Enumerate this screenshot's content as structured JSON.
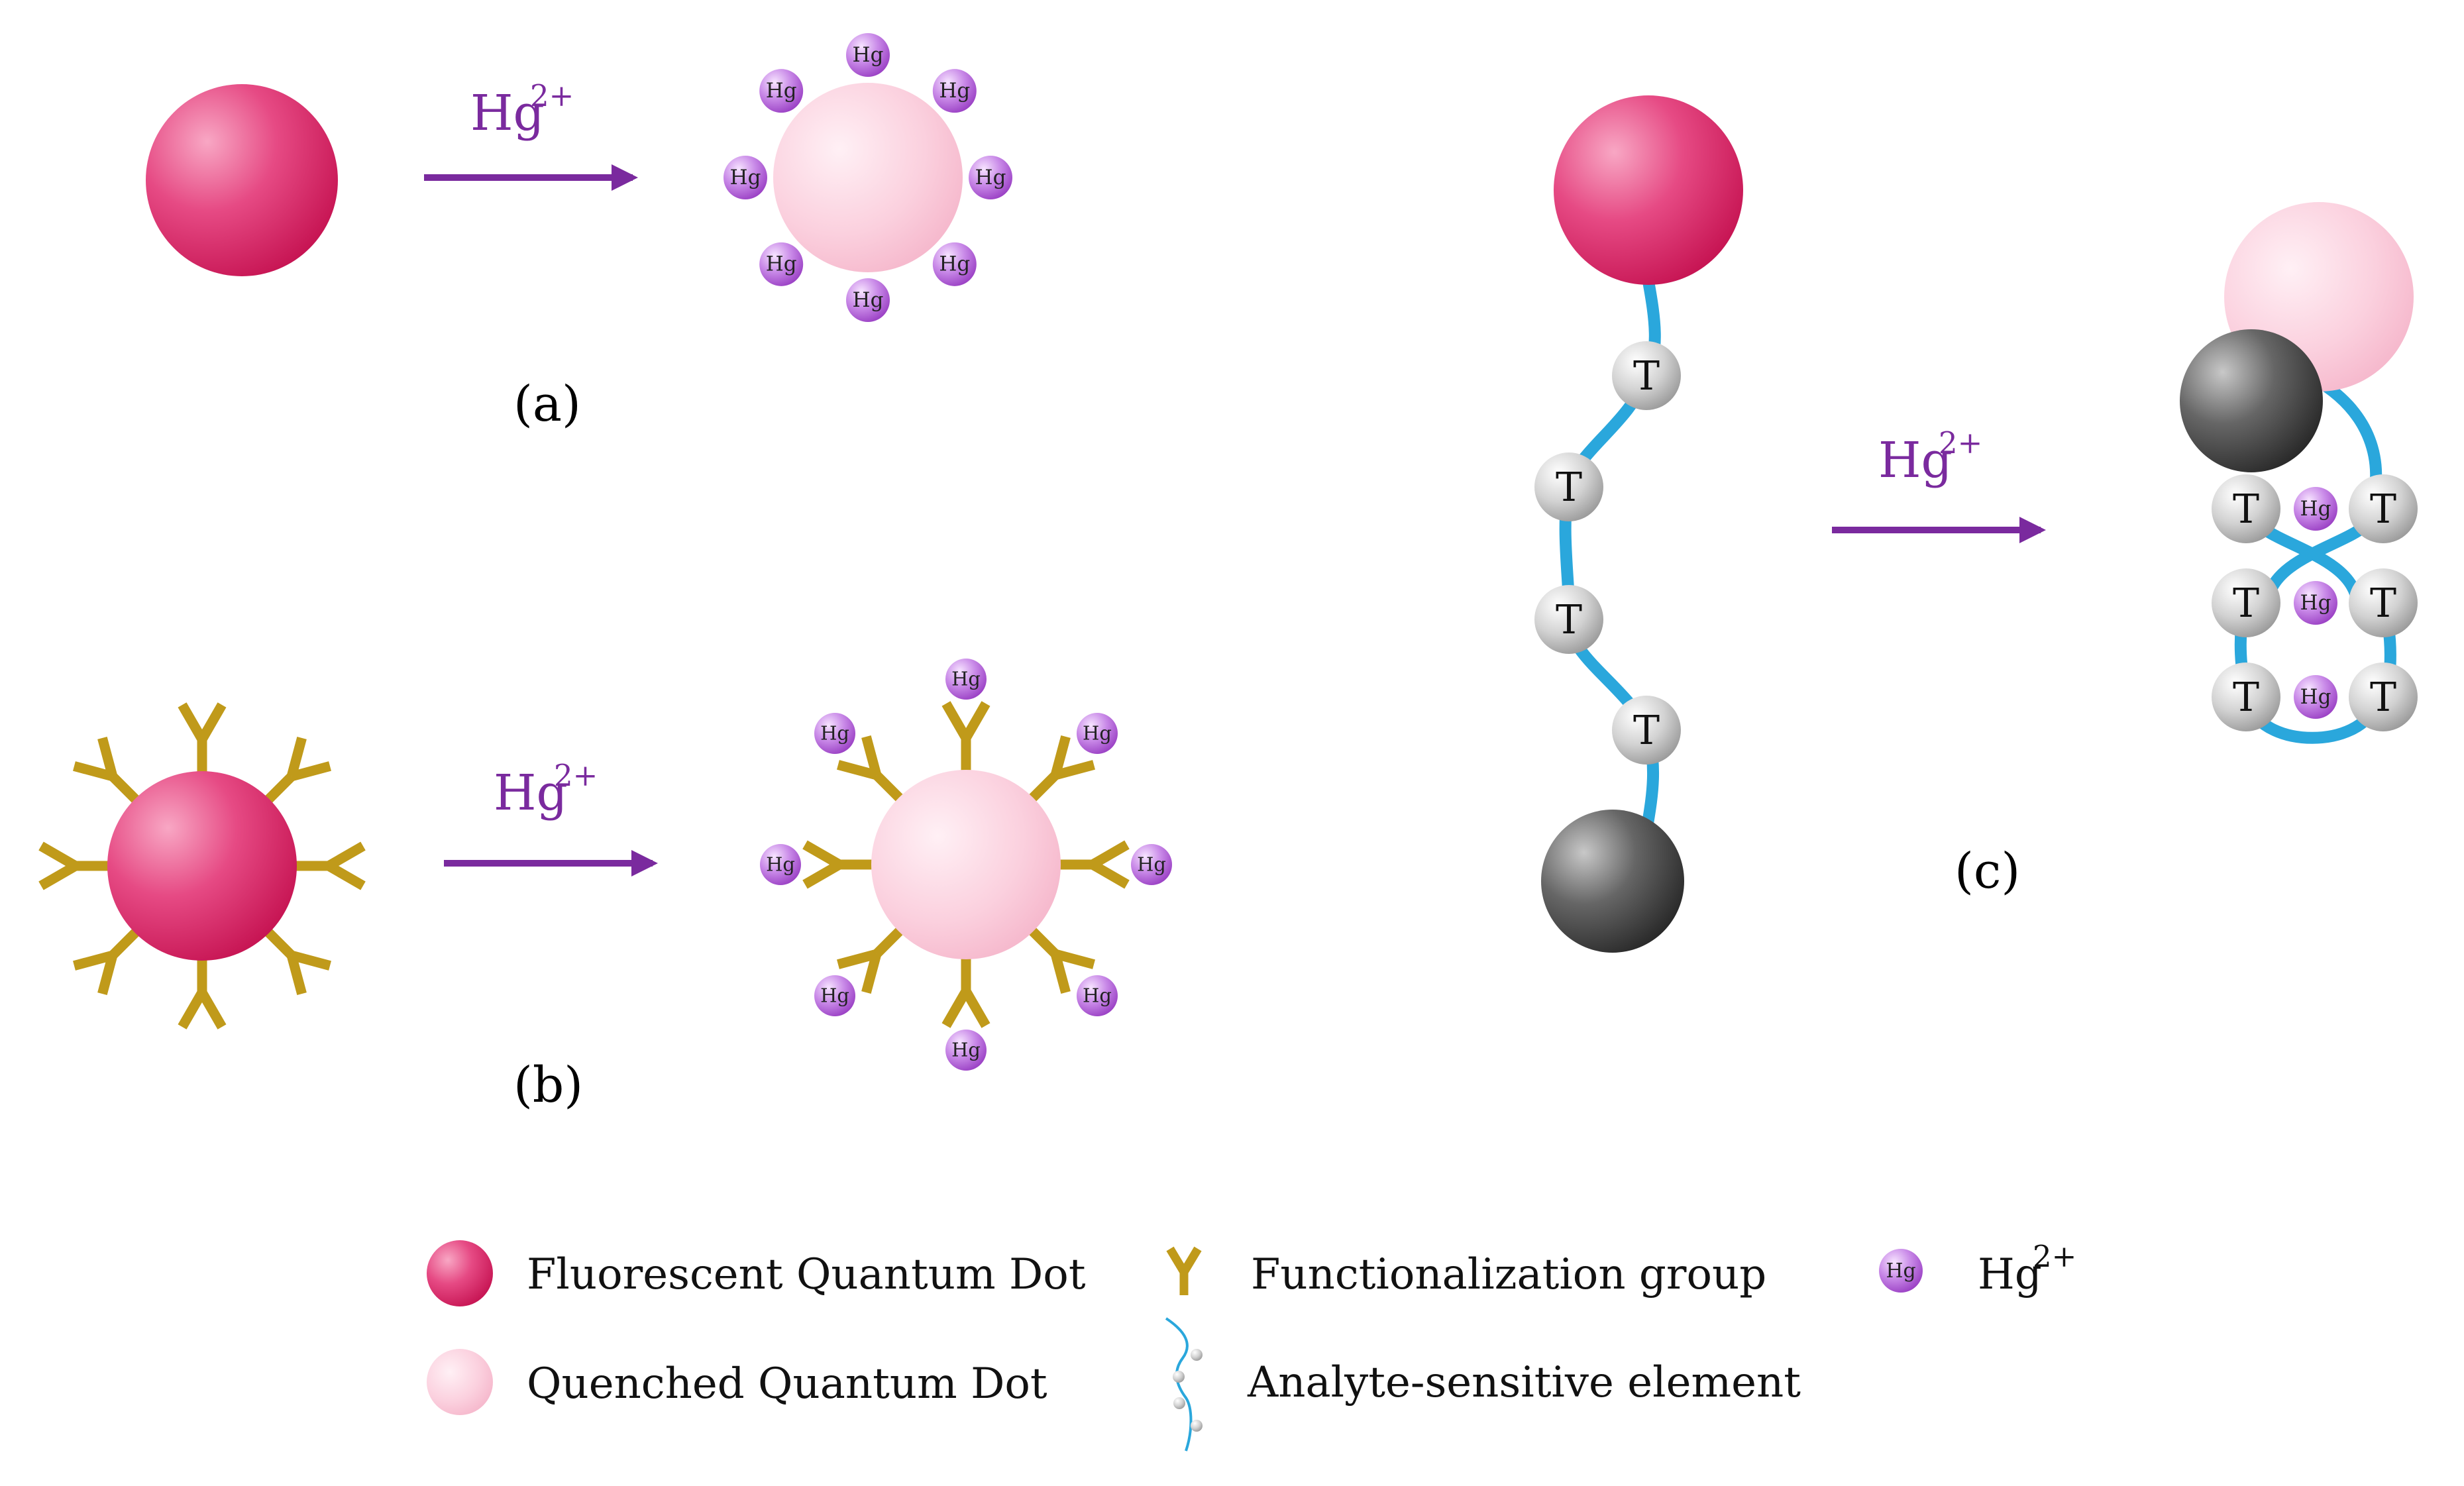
{
  "panels": {
    "a": {
      "label": "(a)",
      "reagent": "Hg",
      "charge": "2+"
    },
    "b": {
      "label": "(b)",
      "reagent": "Hg",
      "charge": "2+"
    },
    "c": {
      "label": "(c)",
      "reagent": "Hg",
      "charge": "2+"
    }
  },
  "hg_label": "Hg",
  "thymine_label": "T",
  "legend": {
    "fluorescent": "Fluorescent Quantum Dot",
    "quenched": "Quenched Quantum Dot",
    "functionalization": "Functionalization group",
    "analyte": "Analyte-sensitive element",
    "ion_symbol": "Hg",
    "ion_charge": "2+"
  },
  "colors": {
    "fluorescent_qd": "#d81b5e",
    "quenched_qd": "#f9c3d4",
    "hg_ion": "#b05ad6",
    "arrow": "#7a2a9e",
    "functional_group": "#c09a1a",
    "dna_strand": "#2aa7dc",
    "thymine": "#c8c8c8",
    "quencher": "#333333"
  }
}
